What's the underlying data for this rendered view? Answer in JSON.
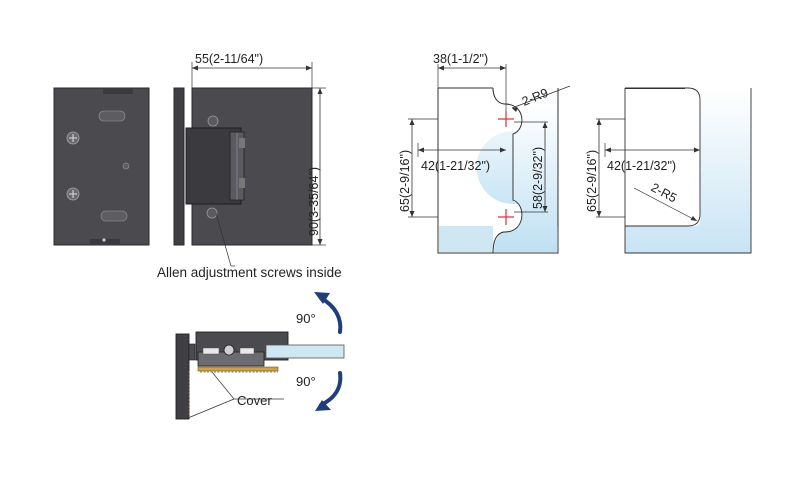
{
  "dimensions": {
    "width_55": "55(2-11/64\")",
    "height_90": "90(3-35/64\")",
    "width_38": "38(1-1/2\")",
    "radius_r9": "2-R9",
    "height_65_a": "65(2-9/16\")",
    "offset_42_a": "42(1-21/32\")",
    "height_58": "58(2-9/32\")",
    "height_65_b": "65(2-9/16\")",
    "offset_42_b": "42(1-21/32\")",
    "radius_r5": "2-R5"
  },
  "annotations": {
    "allen_note": "Allen adjustment screws inside",
    "angle_top": "90°",
    "angle_bottom": "90°",
    "cover_label": "Cover"
  },
  "colors": {
    "hinge_body": "#4a4a4f",
    "hinge_dark": "#2c2c30",
    "glass": "#cfe6f3",
    "arrow": "#1f3f7a",
    "centermark": "#e0303a"
  }
}
